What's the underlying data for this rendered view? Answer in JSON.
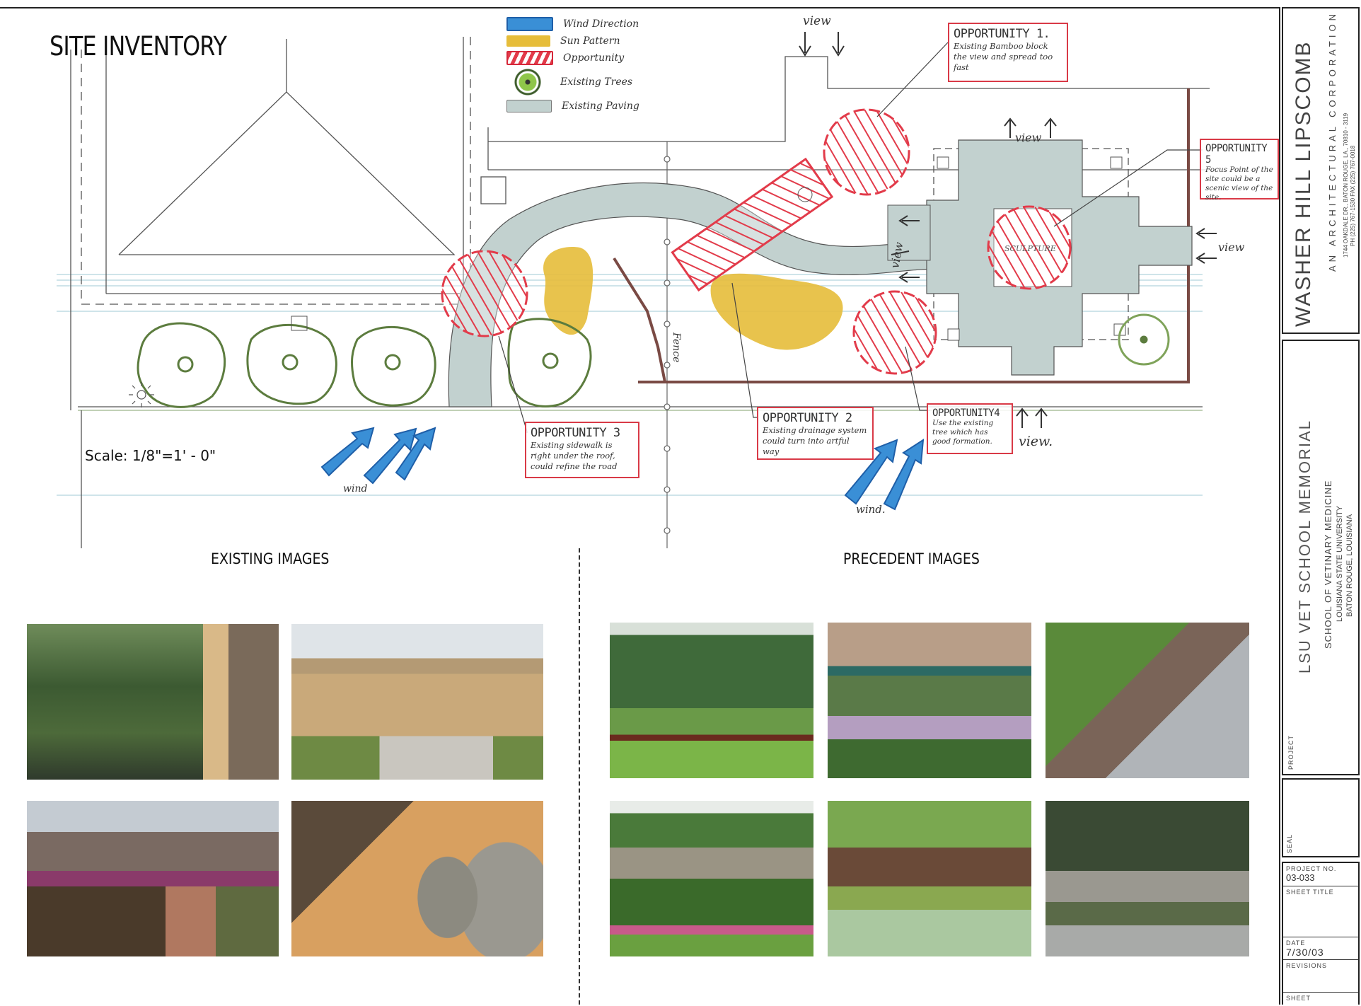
{
  "sheet": {
    "title": "SITE INVENTORY",
    "scale": "Scale: 1/8\"=1' - 0\""
  },
  "legend": {
    "items": [
      {
        "label": "Wind Direction",
        "icon": "wind-swatch",
        "color": "#3a8fd6"
      },
      {
        "label": "Sun Pattern",
        "icon": "sun-swatch",
        "color": "#e6bd3a"
      },
      {
        "label": "Opportunity",
        "icon": "hatched-swatch",
        "color": "#e23b4a"
      },
      {
        "label": "Existing Trees",
        "icon": "tree-symbol",
        "color": "#8fc64a"
      },
      {
        "label": "Existing Paving",
        "icon": "paving-swatch",
        "color": "#c2d1cf"
      }
    ]
  },
  "plan": {
    "annotations": {
      "view_top": "view",
      "view_right_top": "view",
      "view_center": "view",
      "view_right": "view",
      "view_bottom": "view.",
      "sculpture": "SCULPTURE",
      "fence": "Fence",
      "wind_left": "wind",
      "wind_right": "wind."
    },
    "opportunities": [
      {
        "title": "OPPORTUNITY 1.",
        "text": "Existing Bamboo block the view and spread too fast"
      },
      {
        "title": "OPPORTUNITY 2",
        "text": "Existing drainage system could turn into artful way"
      },
      {
        "title": "OPPORTUNITY 3",
        "text": "Existing sidewalk is right under the roof, could refine the road"
      },
      {
        "title": "OPPORTUNITY4",
        "text": "Use the existing tree which has good formation."
      },
      {
        "title": "OPPORTUNITY 5",
        "text": "Focus Point of the site could be a scenic view of the site."
      }
    ]
  },
  "images": {
    "existing_label": "EXISTING IMAGES",
    "precedent_label": "PRECEDENT IMAGES",
    "existing": [
      {
        "subject": "bamboo-thicket-by-brick-wall"
      },
      {
        "subject": "building-entrance-walkway"
      },
      {
        "subject": "brick-path-through-garden"
      },
      {
        "subject": "drainage-pipe-with-lid"
      }
    ],
    "precedent": [
      {
        "subject": "lawn-shrub-border"
      },
      {
        "subject": "patio-lavender-garden"
      },
      {
        "subject": "rock-garden-with-chair"
      },
      {
        "subject": "fence-flower-border"
      },
      {
        "subject": "hosta-tree-bed"
      },
      {
        "subject": "garden-bench"
      }
    ]
  },
  "title_block": {
    "firm": "WASHER HILL LIPSCOMB",
    "firm_sub": "AN ARCHITECTURAL CORPORATION",
    "address": "1744 OAKDALE DR., BATON ROUGE, LA., 70810 - 3119",
    "phone": "PH (225) 767-1530  FAX (225) 767-0018",
    "project_name": "LSU VET SCHOOL MEMORIAL",
    "project_sub1": "SCHOOL OF VETINARY MEDICINE",
    "project_sub2": "LOUISIANA STATE UNIVERSITY",
    "project_sub3": "BATON ROUGE, LOUISIANA",
    "project_label": "PROJECT",
    "seal_label": "SEAL",
    "project_no_label": "PROJECT NO.",
    "project_no": "03-033",
    "sheet_title_label": "SHEET TITLE",
    "date_label": "DATE",
    "date": "7/30/03",
    "revisions_label": "REVISIONS",
    "sheet_label": "SHEET"
  }
}
